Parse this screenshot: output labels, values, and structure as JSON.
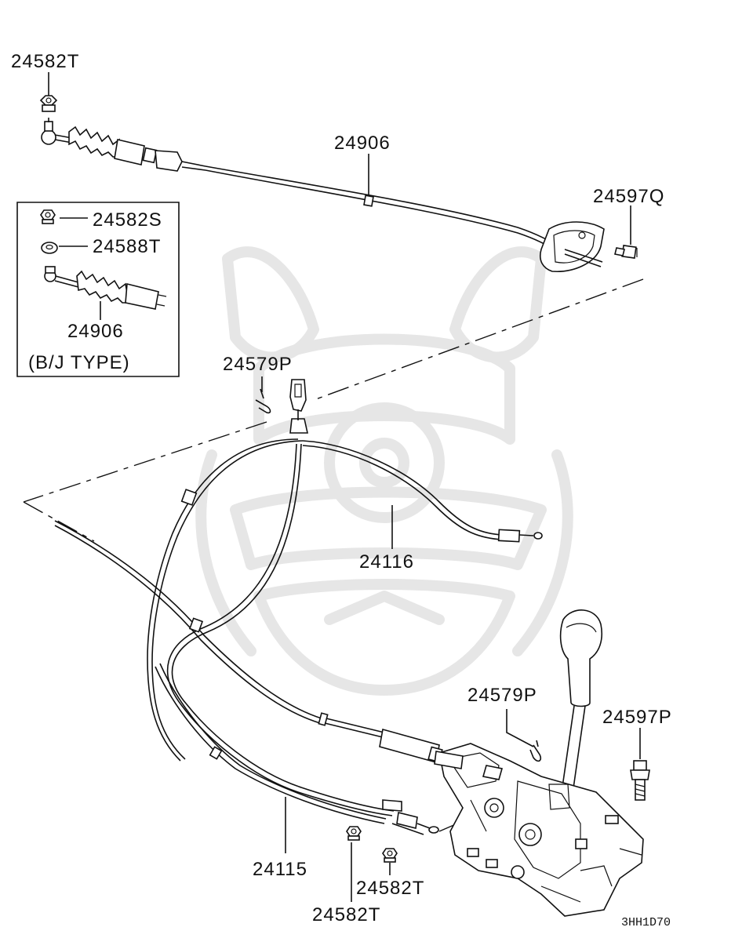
{
  "diagram": {
    "labels": {
      "nut_top": "24582T",
      "cable_top": "24906",
      "bolt_right": "24597Q",
      "inset_nut": "24582S",
      "inset_washer": "24588T",
      "inset_cable": "24906",
      "inset_caption": "(B/J TYPE)",
      "clip_upper": "24579P",
      "cable_mid": "24116",
      "clip_lower": "24579P",
      "bolt_lower": "24597P",
      "cable_lower": "24115",
      "nut_lower_right": "24582T",
      "nut_lower_left": "24582T",
      "diagram_code": "3HH1D70"
    }
  }
}
